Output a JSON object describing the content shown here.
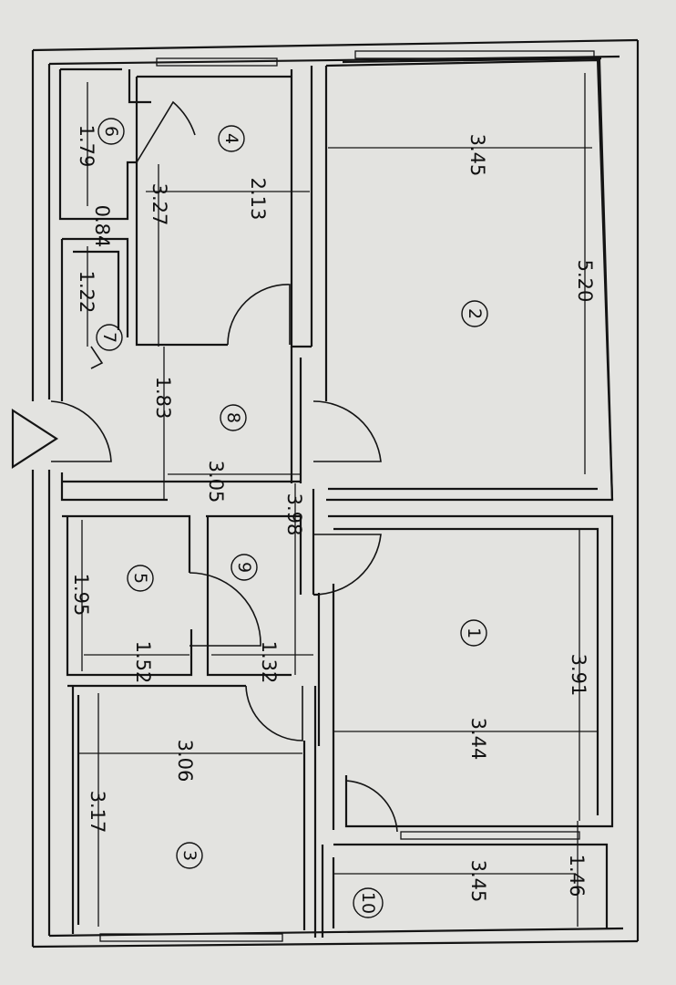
{
  "plan": {
    "colors": {
      "paper": "#e6e6e3",
      "ink": "#141414"
    },
    "entrance_symbol": "entrance-triangle-icon",
    "rooms": [
      {
        "number": "1"
      },
      {
        "number": "2"
      },
      {
        "number": "3"
      },
      {
        "number": "4"
      },
      {
        "number": "5"
      },
      {
        "number": "6"
      },
      {
        "number": "7"
      },
      {
        "number": "8"
      },
      {
        "number": "9"
      },
      {
        "number": "10"
      }
    ],
    "dimensions": [
      {
        "label": "3.45"
      },
      {
        "label": "5.20"
      },
      {
        "label": "2.13"
      },
      {
        "label": "3.27"
      },
      {
        "label": "1.79"
      },
      {
        "label": "0.84"
      },
      {
        "label": "1.22"
      },
      {
        "label": "1.83"
      },
      {
        "label": "3.05"
      },
      {
        "label": "3.98"
      },
      {
        "label": "1.95"
      },
      {
        "label": "1.52"
      },
      {
        "label": "1.32"
      },
      {
        "label": "3.06"
      },
      {
        "label": "3.17"
      },
      {
        "label": "3.44"
      },
      {
        "label": "3.91"
      },
      {
        "label": "3.45"
      },
      {
        "label": "1.46"
      }
    ]
  }
}
